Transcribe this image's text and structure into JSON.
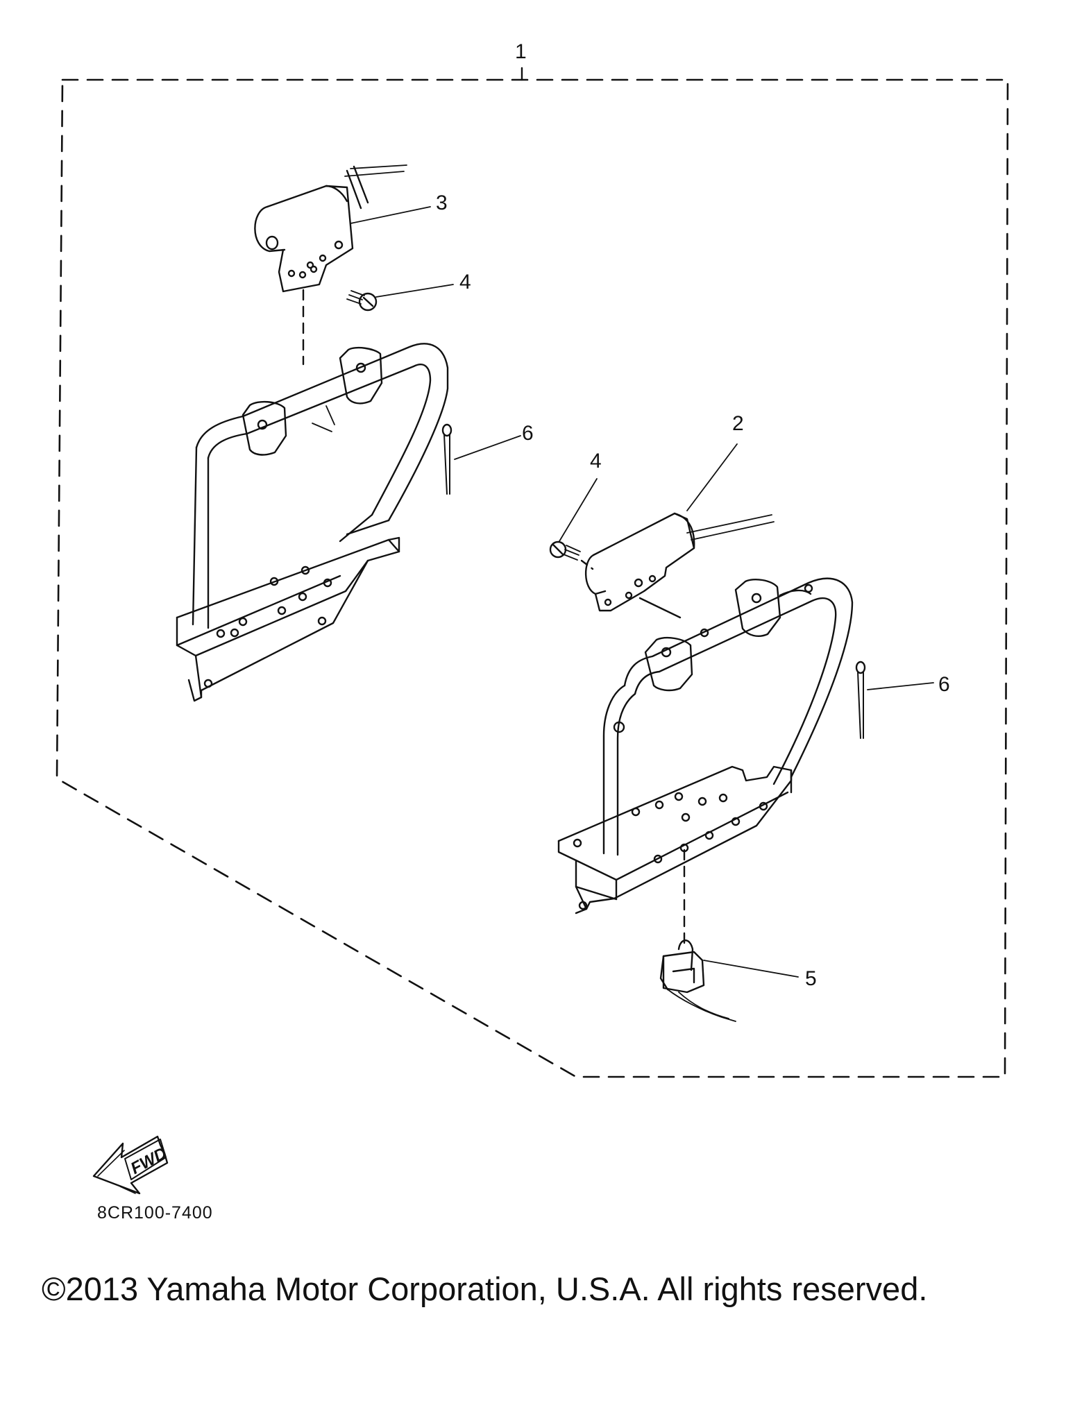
{
  "callouts": {
    "c1": "1",
    "c2": "2",
    "c3": "3",
    "c4a": "4",
    "c4b": "4",
    "c5": "5",
    "c6a": "6",
    "c6b": "6"
  },
  "fwd_label": "FWD",
  "part_code": "8CR100-7400",
  "copyright": "©2013 Yamaha Motor Corporation, U.S.A. All rights reserved.",
  "colors": {
    "ink": "#111111",
    "paper": "#ffffff"
  },
  "icons": {
    "direction": "fwd-arrow-icon"
  }
}
